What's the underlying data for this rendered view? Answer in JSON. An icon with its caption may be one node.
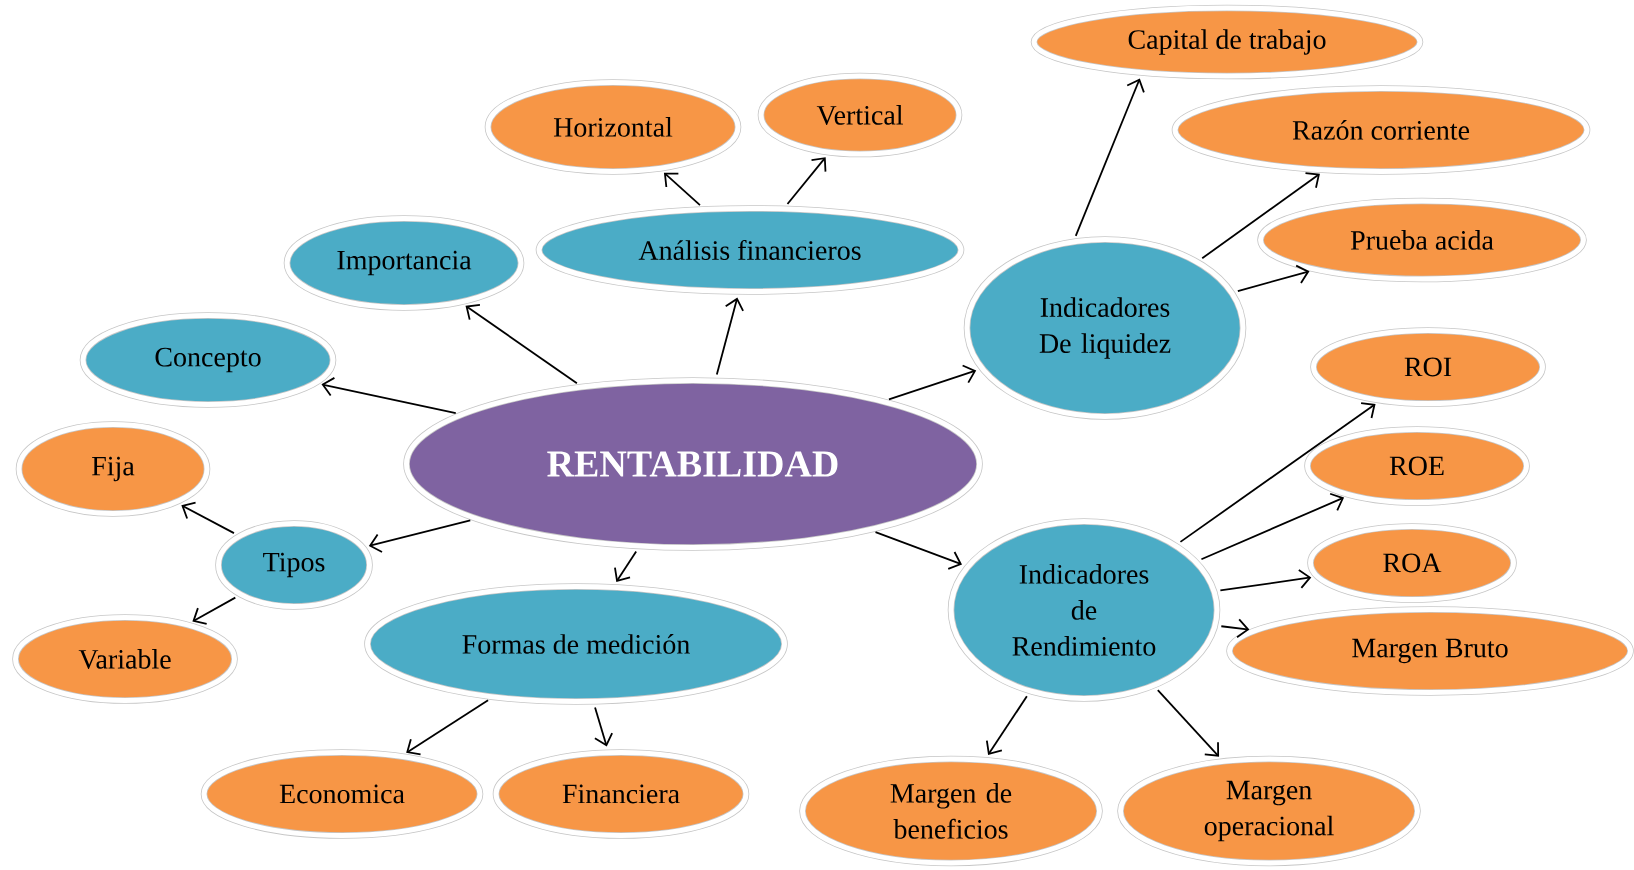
{
  "diagram": {
    "nodes": [
      {
        "text": [
          "RENTABILIDAD"
        ]
      },
      {
        "text": [
          "Concepto"
        ]
      },
      {
        "text": [
          "Importancia"
        ]
      },
      {
        "text": [
          "Análisis financieros"
        ]
      },
      {
        "text": [
          "Horizontal"
        ]
      },
      {
        "text": [
          "Vertical"
        ]
      },
      {
        "text": [
          "Indicadores De liquidez"
        ]
      },
      {
        "text": [
          "Capital  de trabajo"
        ]
      },
      {
        "text": [
          "Razón corriente"
        ]
      },
      {
        "text": [
          "Prueba acida"
        ]
      },
      {
        "text": [
          "ROI"
        ]
      },
      {
        "text": [
          "ROE"
        ]
      },
      {
        "text": [
          "ROA"
        ]
      },
      {
        "text": [
          "Margen Bruto"
        ]
      },
      {
        "text": [
          "Indicadores de Rendimiento"
        ]
      },
      {
        "text": [
          "Margen de beneficios"
        ]
      },
      {
        "text": [
          "Margen operacional"
        ]
      },
      {
        "text": [
          "Formas de medición"
        ]
      },
      {
        "text": [
          "Economica"
        ]
      },
      {
        "text": [
          "Financiera"
        ]
      },
      {
        "text": [
          "Tipos"
        ]
      },
      {
        "text": [
          "Fija"
        ]
      },
      {
        "text": [
          "Variable"
        ]
      }
    ],
    "edges": [
      {
        "from": 0,
        "to": 1,
        "arrow": "to"
      },
      {
        "from": 0,
        "to": 2,
        "arrow": "to"
      },
      {
        "from": 0,
        "to": 3,
        "arrow": "to"
      },
      {
        "from": 3,
        "to": 4,
        "arrow": "to"
      },
      {
        "from": 3,
        "to": 5,
        "arrow": "to"
      },
      {
        "from": 0,
        "to": 6,
        "arrow": "to"
      },
      {
        "from": 6,
        "to": 7,
        "arrow": "to"
      },
      {
        "from": 6,
        "to": 8,
        "arrow": "to"
      },
      {
        "from": 6,
        "to": 9,
        "arrow": "to"
      },
      {
        "from": 0,
        "to": 14,
        "arrow": "to"
      },
      {
        "from": 14,
        "to": 10,
        "arrow": "to"
      },
      {
        "from": 14,
        "to": 11,
        "arrow": "to"
      },
      {
        "from": 14,
        "to": 12,
        "arrow": "to"
      },
      {
        "from": 14,
        "to": 13,
        "arrow": "to"
      },
      {
        "from": 14,
        "to": 15,
        "arrow": "to"
      },
      {
        "from": 14,
        "to": 16,
        "arrow": "to"
      },
      {
        "from": 0,
        "to": 17,
        "arrow": "to"
      },
      {
        "from": 17,
        "to": 18,
        "arrow": "to"
      },
      {
        "from": 17,
        "to": 19,
        "arrow": "to"
      },
      {
        "from": 0,
        "to": 20,
        "arrow": "to"
      },
      {
        "from": 20,
        "to": 21,
        "arrow": "to"
      },
      {
        "from": 20,
        "to": 22,
        "arrow": "to"
      }
    ]
  }
}
